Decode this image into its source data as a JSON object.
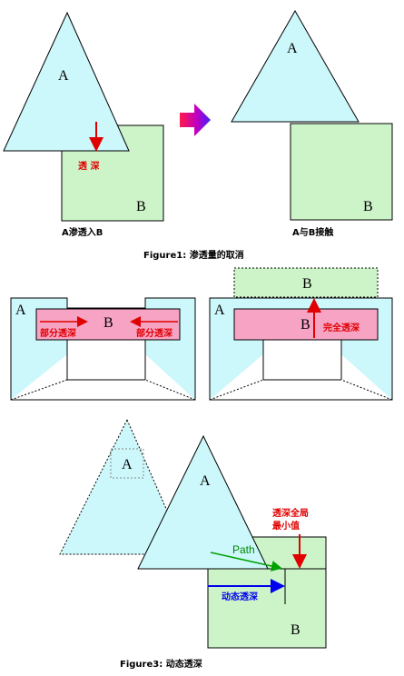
{
  "figure1": {
    "left": {
      "tri": "A",
      "box": "B",
      "pen": "透  深",
      "caption": "A渗透入B"
    },
    "right": {
      "tri": "A",
      "box": "B",
      "caption": "A与B接触"
    },
    "caption": "Figure1:   渗透量的取消"
  },
  "figure2": {
    "left": {
      "a": "A",
      "b": "B",
      "left_pen": "部分透深",
      "right_pen": "部分透深"
    },
    "right": {
      "a": "A",
      "b": "B",
      "top_b": "B",
      "full_pen": "完全透深"
    }
  },
  "figure3": {
    "ghost": "A",
    "tri": "A",
    "box": "B",
    "global_min_1": "透深全局",
    "global_min_2": "最小值",
    "path": "Path",
    "dyn": "动态透深",
    "caption": "Figure3:   动态透深"
  },
  "colors": {
    "cyan": "#ccf7fb",
    "green": "#ccf4c8",
    "pink": "#f7a3c4",
    "red": "#e00000",
    "blue": "#0000ee",
    "green_line": "#00a000"
  }
}
